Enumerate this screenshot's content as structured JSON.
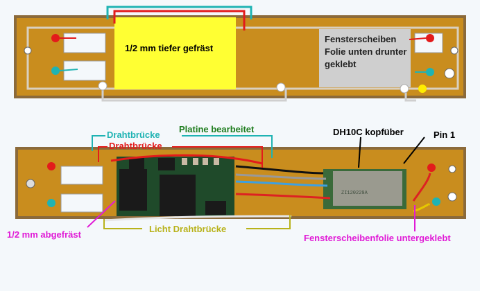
{
  "top_photo": {
    "yellow_note": "1/2 mm tiefer gefräst",
    "grey_note_lines": [
      "Fensterscheiben",
      "Folie unten drunter",
      "geklebt"
    ]
  },
  "bottom_photo": {
    "labels": {
      "drahtbruecke_cyan": "Drahtbrücke",
      "drahtbruecke_red": "Drahtbrücke",
      "platine": "Platine bearbeitet",
      "decoder": "DH10C kopfüber",
      "pin1": "Pin 1",
      "abgefraest": "1/2 mm abgefräst",
      "licht": "Licht Drahtbrücke",
      "folie": "Fensterscheibenfolie untergeklebt"
    },
    "decoder_print": "ZI120229A"
  },
  "colors": {
    "board": "#c98d1e",
    "red": "#e31b1b",
    "cyan": "#1fb3b3",
    "green": "#1f7d1f",
    "olive": "#b8b21a",
    "magenta": "#e01ad6",
    "yellow_box": "#ffff33"
  }
}
